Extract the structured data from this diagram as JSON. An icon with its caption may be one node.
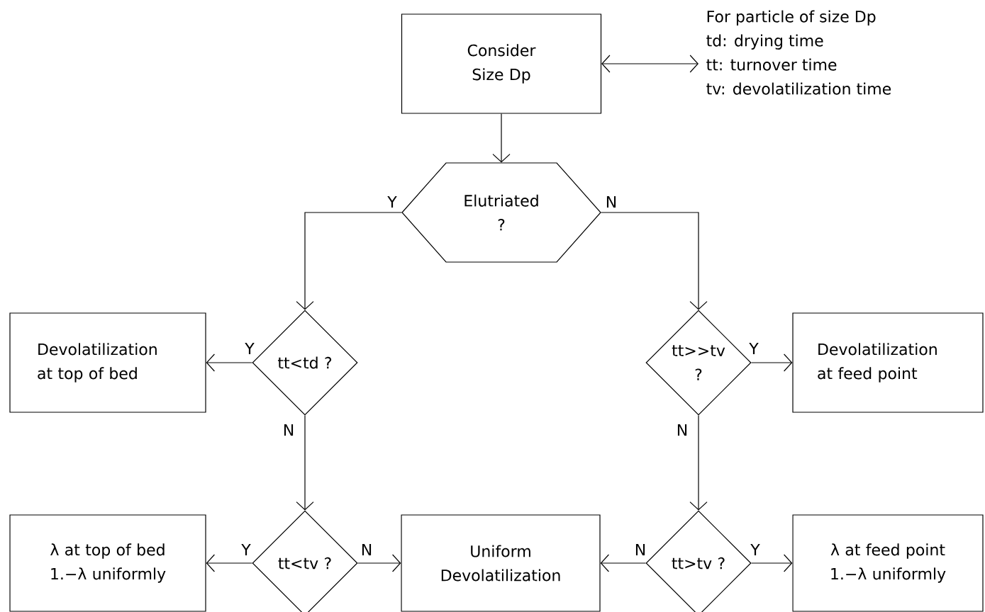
{
  "diagram": {
    "nodes": [
      {
        "text": [
          "Consider Size Dp"
        ]
      },
      {
        "text": [
          "For particle of size Dp",
          "td: drying time",
          "tt: turnover time",
          "tv: devolatilization time"
        ]
      },
      {
        "text": [
          "Elutriated ?"
        ]
      },
      {
        "text": [
          "tt<td ?"
        ]
      },
      {
        "text": [
          "Devolatilization at top of bed"
        ]
      },
      {
        "text": [
          "tt>>tv ?"
        ]
      },
      {
        "text": [
          "Devolatilization at feed point"
        ]
      },
      {
        "text": [
          "tt<tv ?"
        ]
      },
      {
        "text": [
          "λ at top of bed 1.−λ uniformly"
        ]
      },
      {
        "text": [
          "Uniform Devolatilization"
        ]
      },
      {
        "text": [
          "tt>tv ?"
        ]
      },
      {
        "text": [
          "λ at feed point 1.−λ uniformly"
        ]
      }
    ],
    "edges": [
      {
        "from": 0,
        "to": 2,
        "arrow": "to"
      },
      {
        "from": 0,
        "to": 1,
        "arrow": "both"
      },
      {
        "from": 2,
        "to": 3,
        "arrow": "to",
        "label": "Y"
      },
      {
        "from": 2,
        "to": 5,
        "arrow": "to",
        "label": "N"
      },
      {
        "from": 3,
        "to": 4,
        "arrow": "to",
        "label": "Y"
      },
      {
        "from": 3,
        "to": 7,
        "arrow": "to",
        "label": "N"
      },
      {
        "from": 5,
        "to": 6,
        "arrow": "to",
        "label": "Y"
      },
      {
        "from": 5,
        "to": 10,
        "arrow": "to",
        "label": "N"
      },
      {
        "from": 7,
        "to": 8,
        "arrow": "to",
        "label": "Y"
      },
      {
        "from": 7,
        "to": 9,
        "arrow": "to",
        "label": "N"
      },
      {
        "from": 10,
        "to": 9,
        "arrow": "to",
        "label": "N"
      },
      {
        "from": 10,
        "to": 11,
        "arrow": "to",
        "label": "Y"
      }
    ]
  }
}
